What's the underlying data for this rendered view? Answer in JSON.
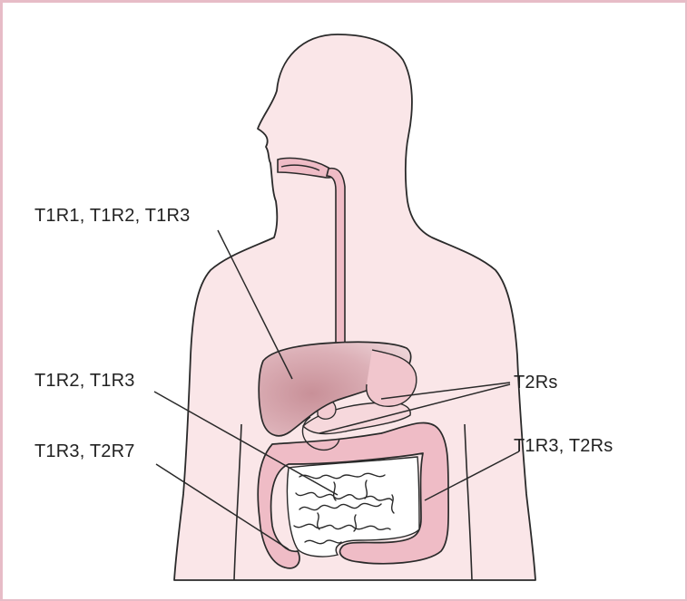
{
  "diagram": {
    "labels": {
      "stomach": "T1R1, T1R2, T1R3",
      "small_intestine": "T1R2, T1R3",
      "colon_left": "T1R3, T2R7",
      "pancreas_duodenum": "T2Rs",
      "colon_right": "T1R3, T2Rs"
    },
    "colors": {
      "body_fill": "#fae6e8",
      "organ_fill": "#efbcc6",
      "stomach_fill": "#d9a8b0",
      "outline": "#2a2a2a",
      "leader": "#2a2a2a",
      "frame": "#e7bcc7"
    }
  }
}
